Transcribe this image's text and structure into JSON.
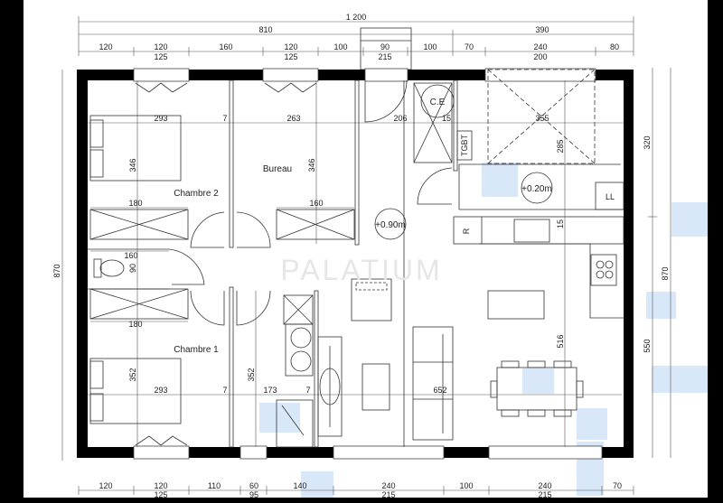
{
  "plan": {
    "rooms": {
      "chambre2": "Chambre 2",
      "bureau": "Bureau",
      "chambre1": "Chambre 1",
      "ce": "C.E",
      "tgbt": "TGBT",
      "ll": "LL",
      "r": "R"
    },
    "levels": {
      "hall": "+0.90m",
      "entry": "+0.20m"
    },
    "watermark": "PALATIUM",
    "dims": {
      "total_width": "1 200",
      "left_width": "810",
      "right_width": "390",
      "top_row": [
        "120",
        "120",
        "125",
        "160",
        "120",
        "125",
        "100",
        "90",
        "215",
        "100",
        "70",
        "240",
        "200",
        "80"
      ],
      "bottom_row": [
        "120",
        "120",
        "125",
        "110",
        "60",
        "95",
        "140",
        "240",
        "215",
        "100",
        "240",
        "215",
        "70"
      ],
      "left_height": "870",
      "right_upper": "320",
      "right_lower": "550",
      "right_total": "870",
      "interior": {
        "ch2_width": "293",
        "wall_a": "7",
        "bureau_width": "263",
        "hall_width": "206",
        "wall_b": "15",
        "entry_width": "355",
        "ch2_depth": "346",
        "bureau_depth": "346",
        "closet_ch2": "180",
        "closet_bureau": "160",
        "wc_width": "160",
        "wc_depth": "90",
        "closet_ch1": "180",
        "ch1_depth": "352",
        "ch1_width": "293",
        "wall_c": "7",
        "sdb_width": "173",
        "wall_d": "7",
        "sdb_depth": "352",
        "entry_depth": "285",
        "wall_e": "15",
        "living_depth": "516",
        "living_width": "652"
      }
    }
  }
}
